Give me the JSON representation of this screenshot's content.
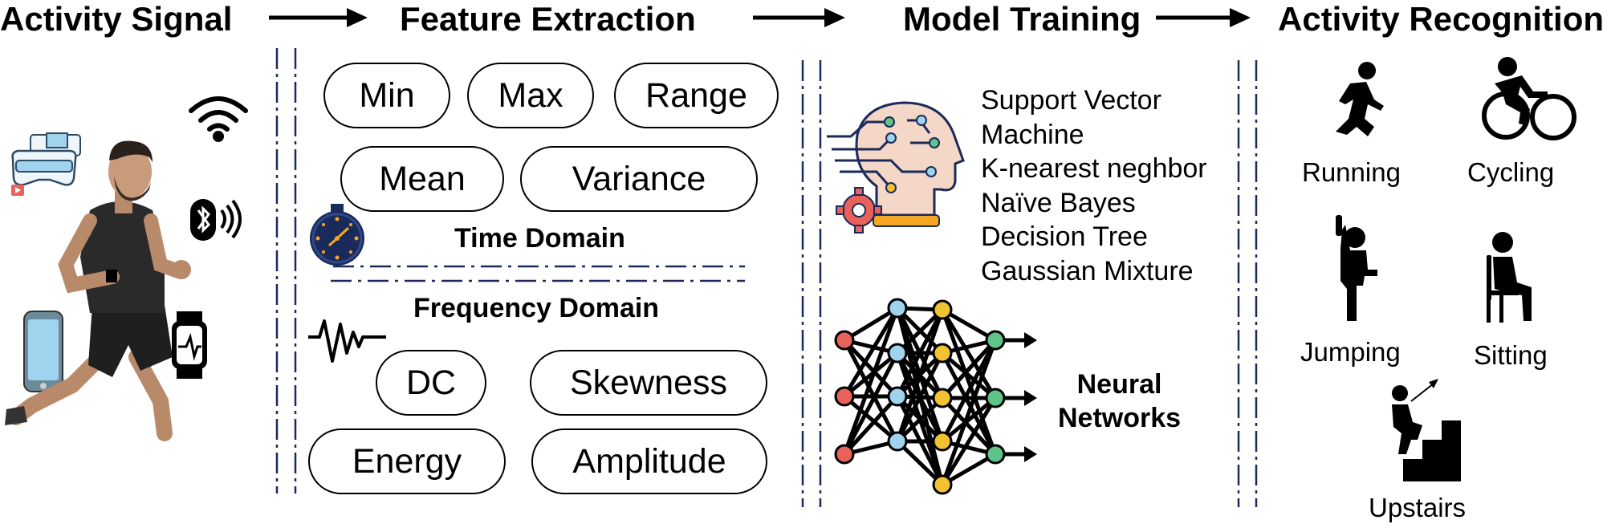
{
  "stages": {
    "signal": "Activity Signal",
    "features": "Feature Extraction",
    "training": "Model Training",
    "recognition": "Activity Recognition"
  },
  "time_domain": {
    "label": "Time Domain",
    "features": [
      "Min",
      "Max",
      "Range",
      "Mean",
      "Variance"
    ]
  },
  "frequency_domain": {
    "label": "Frequency Domain",
    "features": [
      "DC",
      "Skewness",
      "Energy",
      "Amplitude"
    ]
  },
  "models": [
    "Support Vector",
    "Machine",
    "K-nearest neghbor",
    "Naïve Bayes",
    "Decision Tree",
    "Gaussian Mixture"
  ],
  "neural": {
    "line1": "Neural",
    "line2": "Networks"
  },
  "activities": [
    "Running",
    "Cycling",
    "Jumping",
    "Sitting",
    "Upstairs"
  ],
  "icons": {
    "signal": [
      "vr-headset-icon",
      "wifi-icon",
      "bluetooth-icon",
      "smartphone-icon",
      "smartwatch-icon",
      "runner-illustration"
    ],
    "features": [
      "stopwatch-icon",
      "waveform-icon"
    ],
    "training": [
      "ai-head-gear-icon",
      "neural-network-icon"
    ],
    "activities": [
      "running-icon",
      "cycling-icon",
      "jumping-icon",
      "sitting-icon",
      "upstairs-icon"
    ]
  },
  "colors": {
    "accent_orange": "#f5a623",
    "node_red": "#e8615a",
    "node_blue": "#9fd3ee",
    "node_yellow": "#f2c230",
    "node_green": "#5fc48a"
  }
}
